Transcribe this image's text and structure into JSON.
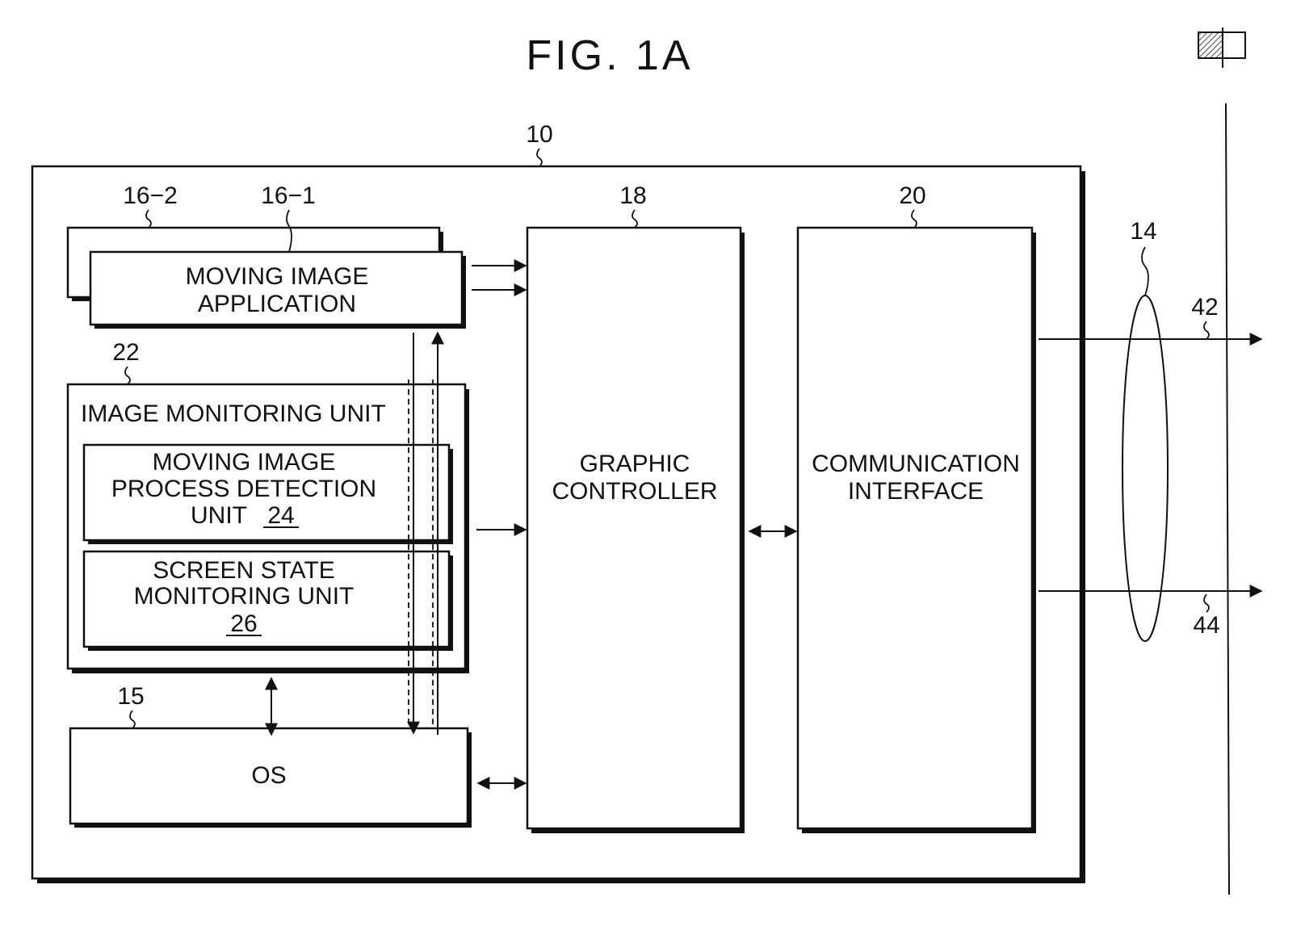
{
  "figure": {
    "title": "FIG. 1A"
  },
  "refs": {
    "system": "10",
    "app_back": "16−2",
    "app_front": "16−1",
    "graphic": "18",
    "comm": "20",
    "monitor": "22",
    "os": "15",
    "bundle": "14",
    "line_top": "42",
    "line_bottom": "44"
  },
  "blocks": {
    "app": {
      "line1": "MOVING IMAGE",
      "line2": "APPLICATION"
    },
    "monitor": {
      "title": "IMAGE MONITORING UNIT"
    },
    "detect": {
      "line1": "MOVING IMAGE",
      "line2": "PROCESS DETECTION",
      "line3": "UNIT",
      "number": "24"
    },
    "screen": {
      "line1": "SCREEN STATE",
      "line2": "MONITORING UNIT",
      "number": "26"
    },
    "os": {
      "label": "OS"
    },
    "graphic": {
      "line1": "GRAPHIC",
      "line2": "CONTROLLER"
    },
    "comm": {
      "line1": "COMMUNICATION",
      "line2": "INTERFACE"
    }
  }
}
